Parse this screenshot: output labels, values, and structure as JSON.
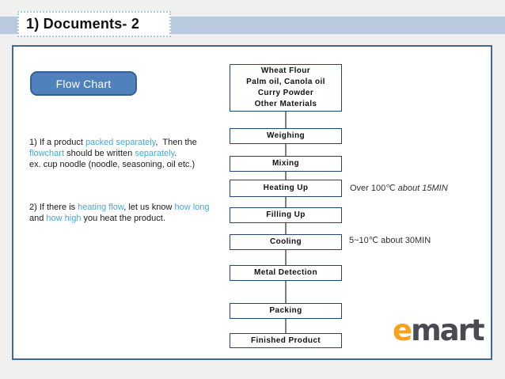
{
  "title": "1) Documents- 2",
  "flow_chart_label": "Flow Chart",
  "notes": {
    "para1_lines": [
      [
        {
          "text": "1) If a product "
        },
        {
          "text": "packed separately",
          "blue": true
        },
        {
          "text": ",  Then the"
        }
      ],
      [
        {
          "text": "flowchart",
          "blue": true
        },
        {
          "text": " should be written "
        },
        {
          "text": "separately",
          "blue": true
        },
        {
          "text": "."
        }
      ],
      [
        {
          "text": "ex. cup noodle (noodle, seasoning, oil etc.)"
        }
      ]
    ],
    "para2_lines": [
      [
        {
          "text": "2) If there is "
        },
        {
          "text": "heating flow",
          "blue": true
        },
        {
          "text": ", let us know "
        },
        {
          "text": "how long",
          "blue": true
        }
      ],
      [
        {
          "text": "and "
        },
        {
          "text": "how high",
          "blue": true
        },
        {
          "text": " you heat the product."
        }
      ]
    ]
  },
  "flowchart": {
    "steps": [
      {
        "lines": [
          "Wheat Flour",
          "Palm oil, Canola oil",
          "Curry Powder",
          "Other Materials"
        ]
      },
      {
        "lines": [
          "Weighing"
        ]
      },
      {
        "lines": [
          "Mixing"
        ]
      },
      {
        "lines": [
          "Heating Up"
        ]
      },
      {
        "lines": [
          "Filling Up"
        ]
      },
      {
        "lines": [
          "Cooling"
        ]
      },
      {
        "lines": [
          "Metal Detection"
        ]
      },
      {
        "lines": [
          "Packing"
        ]
      },
      {
        "lines": [
          "Finished Product"
        ]
      }
    ]
  },
  "annotations": {
    "heating": {
      "normal": "Over 100℃ ",
      "italic": "about 15MIN"
    },
    "cooling": {
      "normal": "5~10℃ about 30MIN",
      "italic": ""
    }
  },
  "logo": {
    "e": "e",
    "mart": "mart"
  },
  "colors": {
    "band": "#B9CADE",
    "panel_border": "#44679A",
    "button_fill": "#4F81BD",
    "button_border": "#38608C",
    "box_border": "#24466E",
    "connector": "#7F7F7F",
    "highlight_text": "#3FAADC",
    "logo_orange": "#F6A21D",
    "logo_gray": "#4A4A52"
  }
}
